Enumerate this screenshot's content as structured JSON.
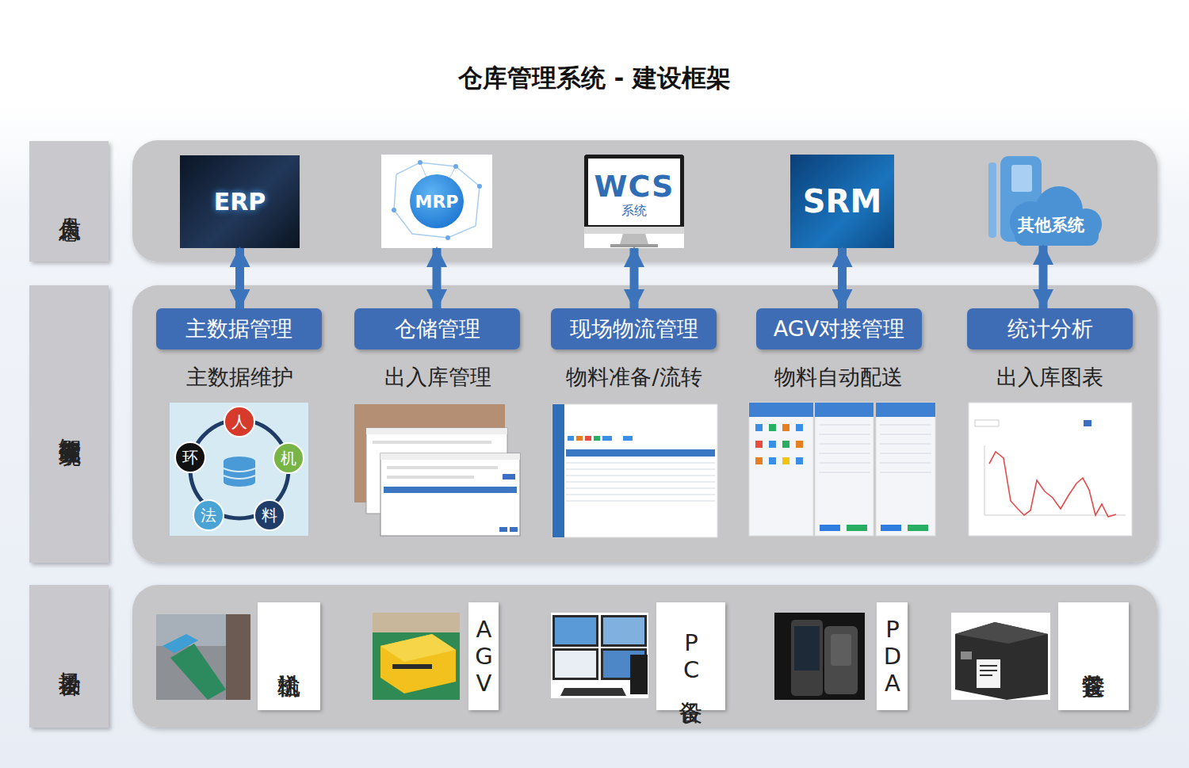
{
  "diagram": {
    "title": "仓库管理系统 - 建设框架",
    "nodes": [
      {
        "text": [
          "人员信息"
        ]
      },
      {
        "text": [
          "ERP"
        ]
      },
      {
        "text": [
          "MRP"
        ]
      },
      {
        "text": [
          "WCS",
          "系统"
        ]
      },
      {
        "text": [
          "SRM"
        ]
      },
      {
        "text": [
          "其他系统"
        ]
      },
      {
        "text": [
          "智能仓储管理系统"
        ]
      },
      {
        "text": [
          "主数据管理"
        ]
      },
      {
        "text": [
          "仓储管理"
        ]
      },
      {
        "text": [
          "现场物流管理"
        ]
      },
      {
        "text": [
          "AGV对接管理"
        ]
      },
      {
        "text": [
          "统计分析"
        ]
      },
      {
        "text": [
          "人"
        ]
      },
      {
        "text": [
          "环"
        ]
      },
      {
        "text": [
          "机"
        ]
      },
      {
        "text": [
          "法"
        ]
      },
      {
        "text": [
          "料"
        ]
      },
      {
        "text": [
          "场景设备"
        ]
      },
      {
        "text": [
          "输送机"
        ]
      },
      {
        "text": [
          "AGV"
        ]
      },
      {
        "text": [
          "PC设备"
        ]
      },
      {
        "text": [
          "PDA"
        ]
      },
      {
        "text": [
          "其它设备"
        ]
      }
    ],
    "edges": [
      {
        "from": 1,
        "to": 7,
        "arrow": "both"
      },
      {
        "from": 2,
        "to": 8,
        "arrow": "both"
      },
      {
        "from": 3,
        "to": 9,
        "arrow": "both"
      },
      {
        "from": 4,
        "to": 10,
        "arrow": "both"
      },
      {
        "from": 5,
        "to": 11,
        "arrow": "both"
      }
    ],
    "labels": [
      "主数据维护",
      "出入库管理",
      "物料准备/流转",
      "物料自动配送",
      "出入库图表"
    ]
  }
}
